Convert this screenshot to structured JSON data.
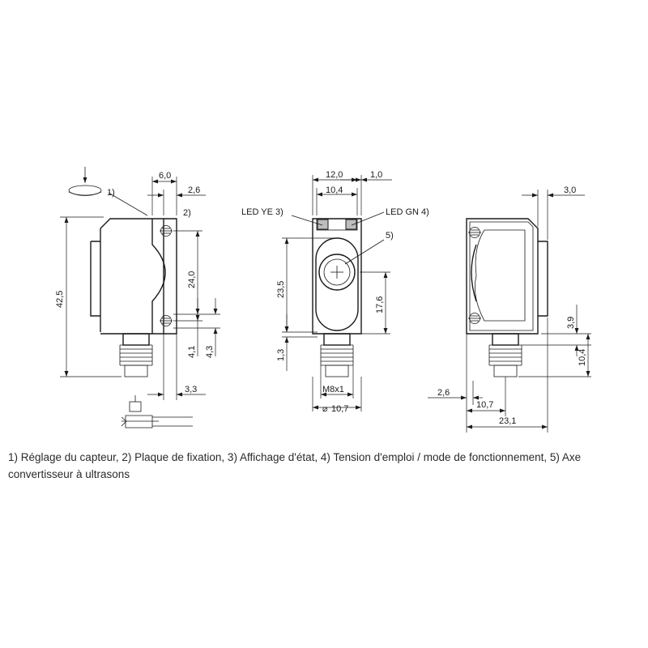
{
  "callouts": {
    "c1": "1)",
    "c2": "2)",
    "c5": "5)",
    "led_ye": "LED YE 3)",
    "led_gn": "LED GN 4)"
  },
  "side_view": {
    "width_top": "6,0",
    "offset_top": "2,6",
    "height_total": "42,5",
    "hole_spacing": "24,0",
    "d_4_1": "4,1",
    "d_4_3": "4,3",
    "d_3_3": "3,3"
  },
  "front_view": {
    "width_outer": "12,0",
    "width_inner": "10,4",
    "d_1_0": "1,0",
    "height_23_5": "23,5",
    "height_17_6": "17,6",
    "d_1_3": "1,3",
    "thread": "M8x1",
    "diameter": "10,7",
    "diameter_symbol": "⌀"
  },
  "rear_view": {
    "d_3_0": "3,0",
    "d_3_9": "3,9",
    "d_10_4": "10,4",
    "d_2_6": "2,6",
    "d_10_7": "10,7",
    "d_23_1": "23,1"
  },
  "caption": "1) Réglage du capteur, 2) Plaque de fixation, 3) Affichage d'état, 4) Tension d'emploi / mode de fonctionnement, 5) Axe convertisseur à ultrasons"
}
